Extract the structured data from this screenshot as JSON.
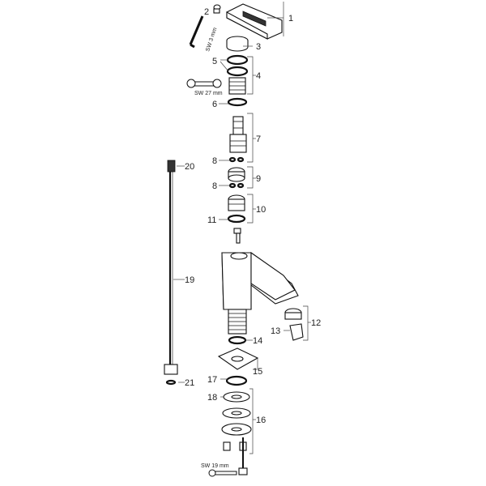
{
  "labels": {
    "p1": "1",
    "p2": "2",
    "p3": "3",
    "p4": "4",
    "p5": "5",
    "p6": "6",
    "p7": "7",
    "p8a": "8",
    "p8b": "8",
    "p9": "9",
    "p10": "10",
    "p11": "11",
    "p12": "12",
    "p13": "13",
    "p14": "14",
    "p15": "15",
    "p16": "16",
    "p17": "17",
    "p18": "18",
    "p19": "19",
    "p20": "20",
    "p21": "21"
  },
  "tools": {
    "sw3": "SW 3 mm",
    "sw27": "SW 27 mm",
    "sw19": "SW 19 mm"
  }
}
